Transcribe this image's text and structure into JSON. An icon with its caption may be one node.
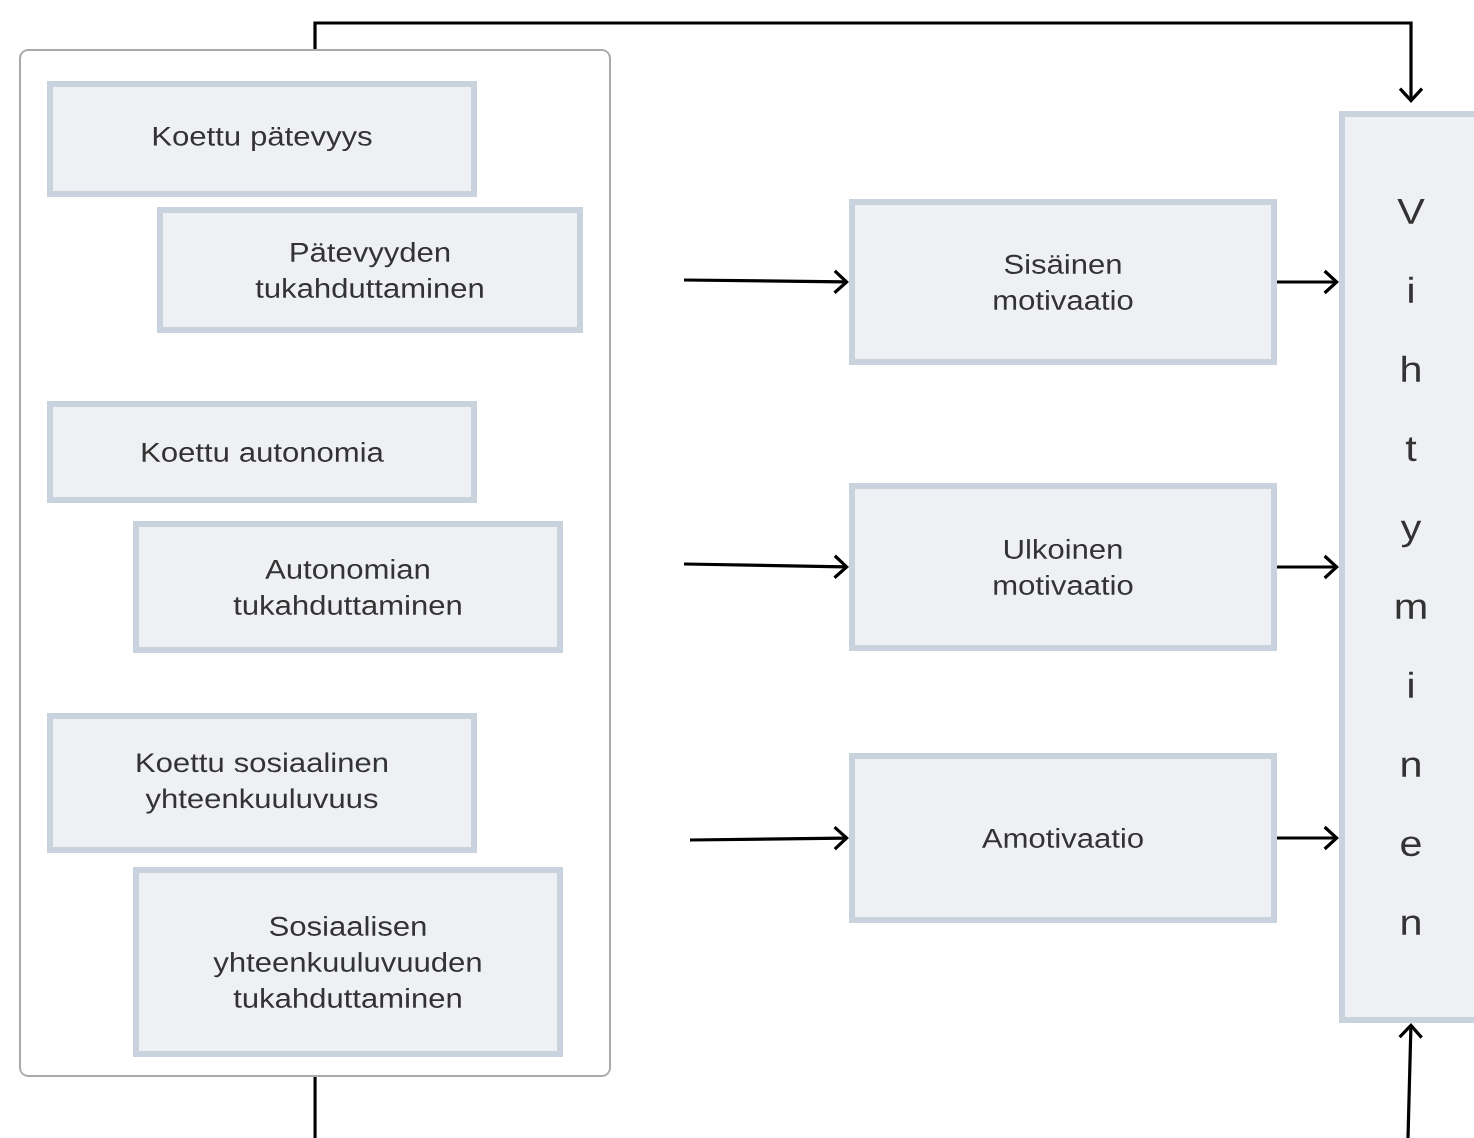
{
  "diagram": {
    "nodes": [
      {
        "text": [],
        "shape": "box"
      },
      {
        "text": [
          "Koettu pätevyys"
        ],
        "in": 0
      },
      {
        "text": [
          "Pätevyyden tukahduttaminen"
        ],
        "in": 0
      },
      {
        "text": [
          "Koettu autonomia"
        ],
        "in": 0
      },
      {
        "text": [
          "Autonomian tukahduttaminen"
        ],
        "in": 0
      },
      {
        "text": [
          "Koettu sosiaalinen yhteenkuuluvuus"
        ],
        "in": 0
      },
      {
        "text": [
          "Sosiaalisen yhteenkuuluvuuden tukahduttaminen"
        ],
        "in": 0
      },
      {
        "text": [
          "Sisäinen motivaatio"
        ]
      },
      {
        "text": [
          "Ulkoinen motivaatio"
        ]
      },
      {
        "text": [
          "Amotivaatio"
        ]
      },
      {
        "text": [
          "Vihtyminen"
        ]
      }
    ],
    "edges": [
      {
        "from": null,
        "to": 7,
        "arrow": "to"
      },
      {
        "from": null,
        "to": 8,
        "arrow": "to"
      },
      {
        "from": null,
        "to": 9,
        "arrow": "to"
      },
      {
        "from": 7,
        "to": 10,
        "arrow": "to"
      },
      {
        "from": 8,
        "to": 10,
        "arrow": "to"
      },
      {
        "from": 9,
        "to": 10,
        "arrow": "to"
      },
      {
        "from": 0,
        "to": 10,
        "arrow": "to"
      },
      {
        "from": 0,
        "to": null,
        "arrow": "none"
      },
      {
        "from": null,
        "to": 10,
        "arrow": "to"
      }
    ]
  }
}
